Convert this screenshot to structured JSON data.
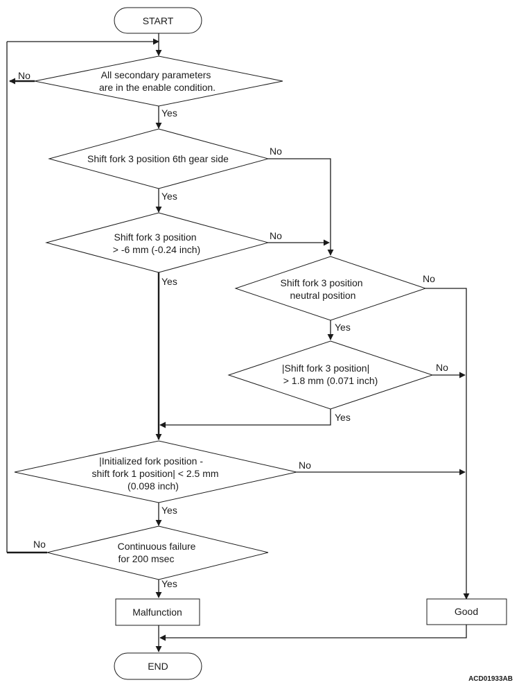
{
  "nodes": {
    "start": {
      "lines": [
        "START"
      ]
    },
    "enable_check": {
      "lines": [
        "All secondary parameters",
        "are in the enable condition."
      ]
    },
    "gear_side_check": {
      "lines": [
        "Shift fork 3 position 6th gear side"
      ]
    },
    "position_check": {
      "lines": [
        "Shift fork 3 position",
        "> -6 mm (-0.24 inch)"
      ]
    },
    "neutral_check": {
      "lines": [
        "Shift fork 3 position",
        "neutral position"
      ]
    },
    "abs_position_check": {
      "lines": [
        "|Shift fork 3 position|",
        "> 1.8 mm (0.071 inch)"
      ]
    },
    "initialized_check": {
      "lines": [
        "|Initialized fork position -",
        "shift fork 1 position| < 2.5 mm",
        "(0.098 inch)"
      ]
    },
    "continuous_check": {
      "lines": [
        "Continuous failure",
        "for 200 msec"
      ]
    },
    "malfunction": {
      "lines": [
        "Malfunction"
      ]
    },
    "good": {
      "lines": [
        "Good"
      ]
    },
    "end": {
      "lines": [
        "END"
      ]
    }
  },
  "edge_labels": {
    "enable_no": "No",
    "enable_yes": "Yes",
    "gear_side_no": "No",
    "gear_side_yes": "Yes",
    "position_no": "No",
    "position_yes": "Yes",
    "neutral_no": "No",
    "neutral_yes": "Yes",
    "abs_position_no": "No",
    "abs_position_yes": "Yes",
    "initialized_no": "No",
    "initialized_yes": "Yes",
    "continuous_no": "No",
    "continuous_yes": "Yes"
  },
  "figure_id": "ACD01933AB",
  "colors": {
    "line": "#1a1a1a",
    "fill": "#ffffff"
  }
}
